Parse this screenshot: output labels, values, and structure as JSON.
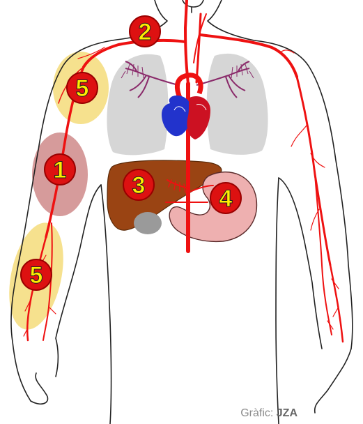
{
  "diagram": {
    "markers": [
      {
        "id": "1",
        "label": "1",
        "place": "upper arm (brachial artery)"
      },
      {
        "id": "2",
        "label": "2",
        "place": "shoulder (subclavian artery)"
      },
      {
        "id": "3",
        "label": "3",
        "place": "liver"
      },
      {
        "id": "4",
        "label": "4",
        "place": "stomach"
      },
      {
        "id": "5a",
        "label": "5",
        "place": "shoulder zone"
      },
      {
        "id": "5b",
        "label": "5",
        "place": "forearm zone"
      }
    ],
    "colors": {
      "artery": "#ee1111",
      "marker_fill": "#dd1111",
      "marker_text": "#ffee00",
      "liver": "#9a4413",
      "stomach": "#eeb0b0",
      "lungs": "#d6d6d6",
      "zone_yellow": "#f5dc7a",
      "zone_red": "#c87a7a",
      "heart_blue": "#2233cc",
      "heart_red": "#cc1122"
    }
  },
  "credit": {
    "prefix": "Gràfic: ",
    "author": "JZA"
  }
}
